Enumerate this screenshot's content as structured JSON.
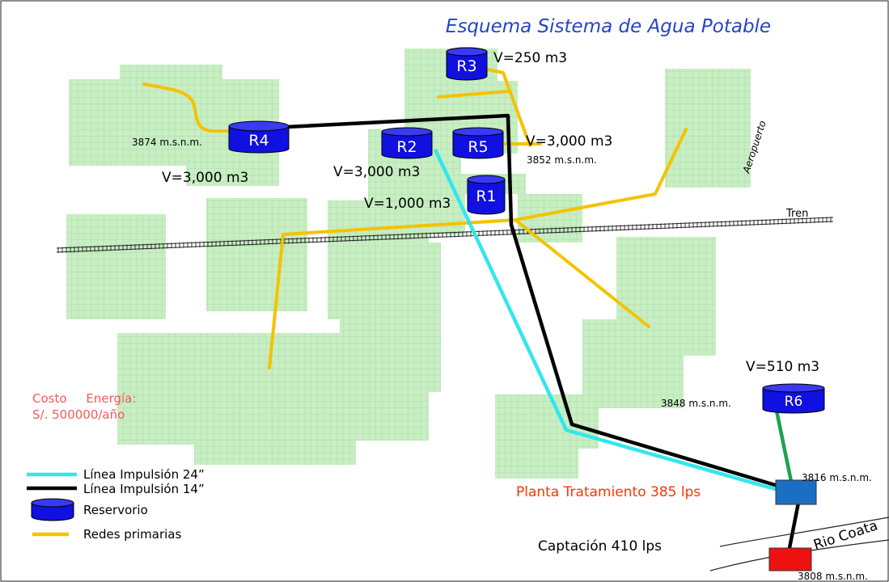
{
  "title": "Esquema Sistema de Agua Potable",
  "reservoirs": {
    "r1": {
      "label": "R1"
    },
    "r2": {
      "label": "R2"
    },
    "r3": {
      "label": "R3"
    },
    "r4": {
      "label": "R4"
    },
    "r5": {
      "label": "R5"
    },
    "r6": {
      "label": "R6"
    }
  },
  "volumes": {
    "r3": "V=250 m3",
    "r4": "V=3,000 m3",
    "r2": "V=3,000 m3",
    "r5": "V=3,000 m3",
    "r1": "V=1,000 m3",
    "r6": "V=510 m3"
  },
  "elevations": {
    "r4": "3874 m.s.n.m.",
    "r5": "3852 m.s.n.m.",
    "r6": "3848 m.s.n.m.",
    "planta": "3816 m.s.n.m.",
    "captacion": "3808 m.s.n.m."
  },
  "places": {
    "aeropuerto": "Aeropuerto",
    "tren": "Tren",
    "rio": "Rio Coata"
  },
  "costo": {
    "line1": "Costo     Energía:",
    "line2": "S/. 500000/año"
  },
  "planta": "Planta Tratamiento 385 lps",
  "captacion": "Captación 410 lps",
  "legend": {
    "items": [
      {
        "label": "Línea Impulsión 24”",
        "color": "#33e6ee"
      },
      {
        "label": "Línea Impulsión 14”",
        "color": "#000000"
      },
      {
        "label": "Reservorio",
        "color": "#1010e0"
      },
      {
        "label": "Redes primarias",
        "color": "#f5c200"
      }
    ]
  },
  "colors": {
    "city": "#c8eec3",
    "grid": "#a6d9a0",
    "pipe24": "#33e6ee",
    "pipe14": "#000000",
    "redes": "#f5c200",
    "reservoir": "#1010e0",
    "planta_box": "#1a6fc4",
    "captacion_box": "#ee1111",
    "r6_link": "#1fa050",
    "title": "#2244cc",
    "red_text": "#ff3300",
    "costo_text": "#f25a5a"
  }
}
